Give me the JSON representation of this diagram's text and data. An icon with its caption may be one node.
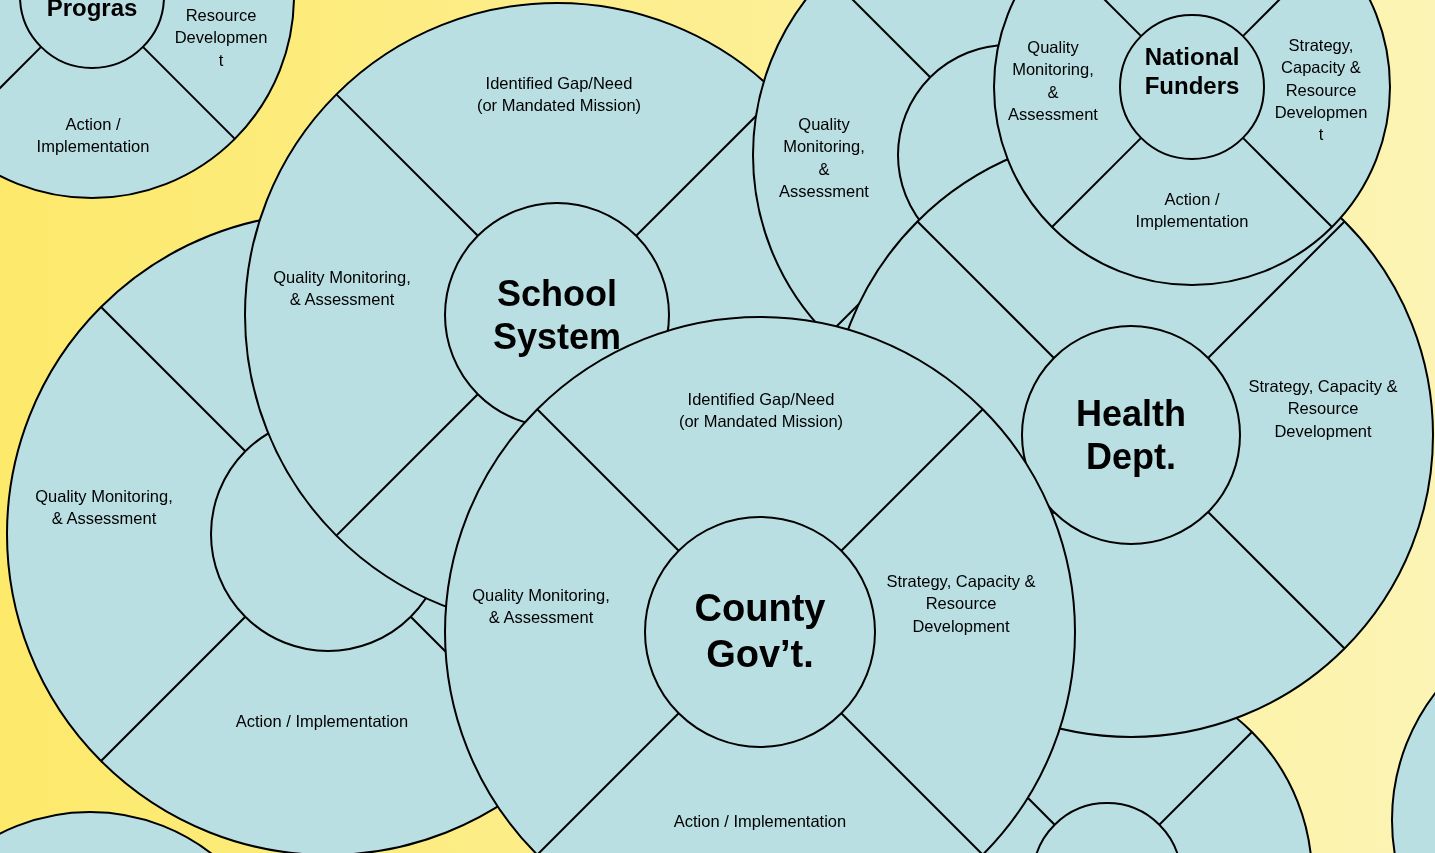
{
  "diagram": {
    "labels": [
      "Progras",
      "Resource Developmen t",
      "National Funders",
      "Quality Monitoring, & Assessment",
      "Strategy, Capacity & Resource Developmen t",
      "Identified Gap/Need (or Mandated Mission)",
      "Action / Implementation",
      "Quality Monitoring, & Assessment",
      "Action / Implementation",
      "Quality Monitoring, & Assessment",
      "School System",
      "Strategy, Capacity & Resource Development",
      "Identified Gap/Need (or Mandated Mission)",
      "Health Dept.",
      "Quality Monitoring, & Assessment",
      "Quality Monitoring, & Assessment",
      "Strategy, Capacity & Resource Development",
      "County Gov’t.",
      "Action / Implementation",
      "Action / Implementation"
    ]
  }
}
